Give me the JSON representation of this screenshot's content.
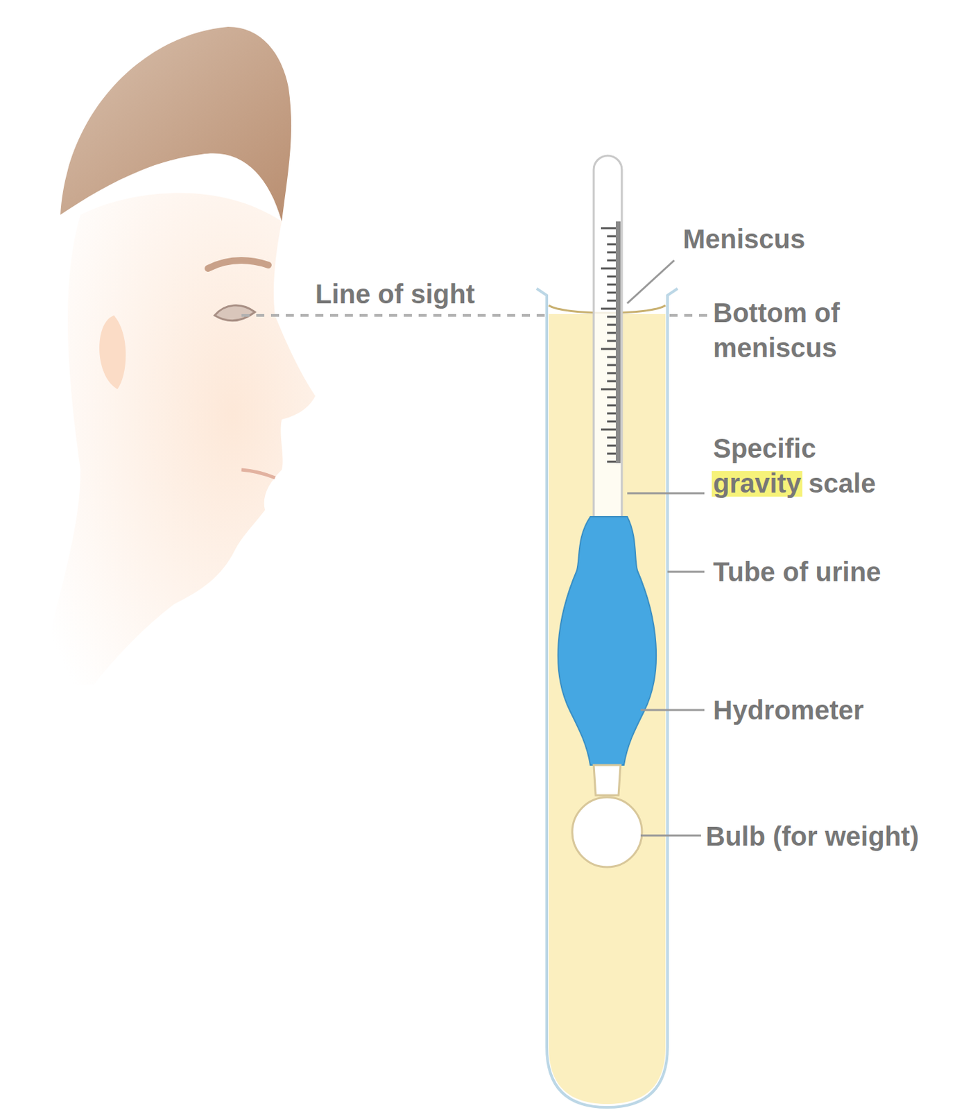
{
  "diagram": {
    "labels": [
      "Meniscus",
      "Line of sight",
      "Bottom of meniscus",
      "Specific gravity scale",
      "Tube of urine",
      "Hydrometer",
      "Bulb (for weight)"
    ]
  }
}
